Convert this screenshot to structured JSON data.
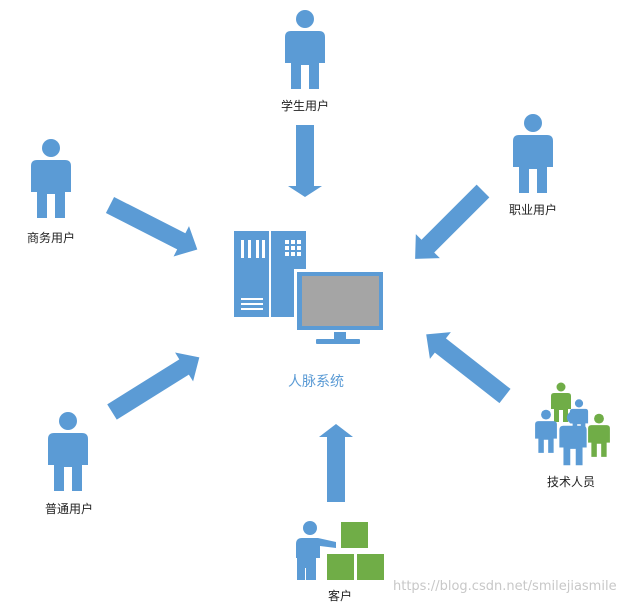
{
  "diagram": {
    "center": {
      "label": "人脉系统"
    },
    "actors": [
      {
        "id": "student",
        "label": "学生用户"
      },
      {
        "id": "professional",
        "label": "职业用户"
      },
      {
        "id": "business",
        "label": "商务用户"
      },
      {
        "id": "ordinary",
        "label": "普通用户"
      },
      {
        "id": "tech",
        "label": "技术人员"
      },
      {
        "id": "customer",
        "label": "客户"
      }
    ],
    "colors": {
      "primary": "#5b9bd5",
      "green": "#70ad47",
      "screen": "#a5a5a5"
    }
  },
  "watermark": "https://blog.csdn.net/smilejiasmile"
}
